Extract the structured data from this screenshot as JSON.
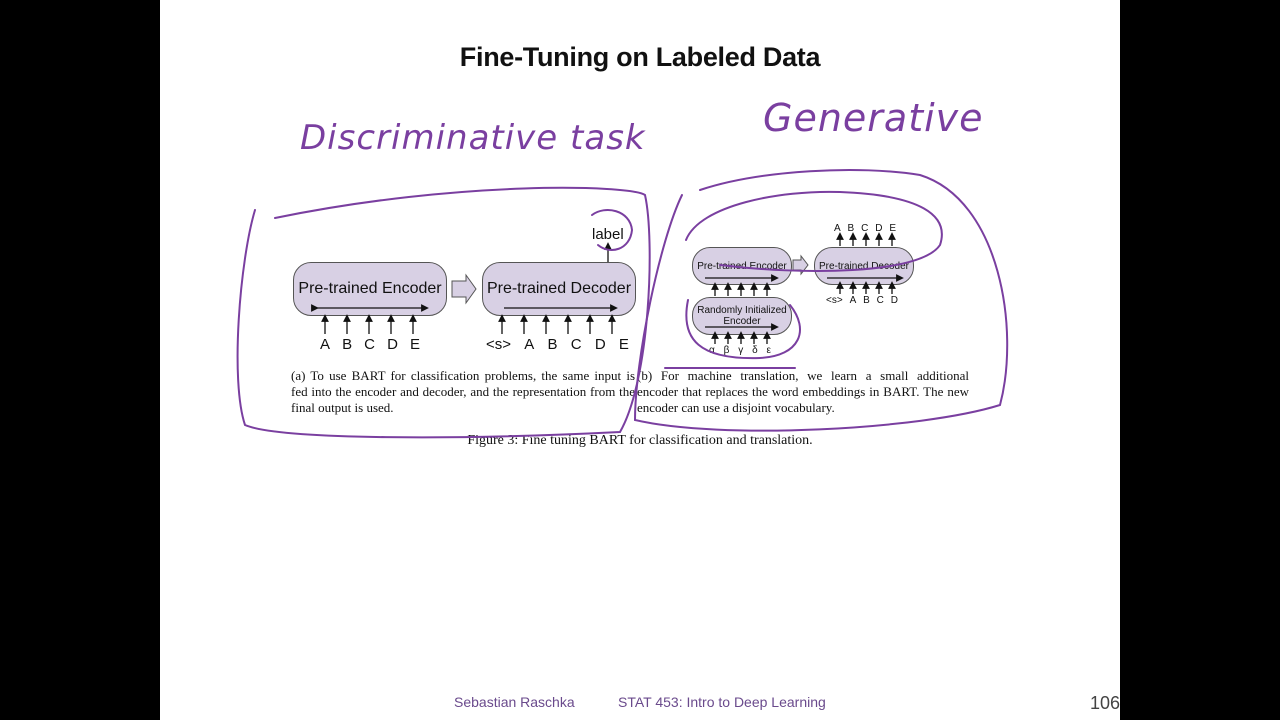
{
  "slide": {
    "title": "Fine-Tuning on Labeled Data",
    "annotations": {
      "left": "Discriminative task",
      "right": "Generative"
    },
    "figure": {
      "left": {
        "encoder_label": "Pre-trained Encoder",
        "decoder_label": "Pre-trained Decoder",
        "output_label": "label",
        "encoder_inputs": [
          "A",
          "B",
          "C",
          "D",
          "E"
        ],
        "decoder_inputs": [
          "<s>",
          "A",
          "B",
          "C",
          "D",
          "E"
        ],
        "caption": "(a)  To use BART for classification problems, the same input is fed into the encoder and decoder, and the representation from the final output is used."
      },
      "right": {
        "encoder_label": "Pre-trained Encoder",
        "decoder_label": "Pre-trained Decoder",
        "random_encoder_label": "Randomly Initialized Encoder",
        "decoder_outputs": [
          "A",
          "B",
          "C",
          "D",
          "E"
        ],
        "decoder_inputs": [
          "<s>",
          "A",
          "B",
          "C",
          "D"
        ],
        "random_inputs": [
          "α",
          "β",
          "γ",
          "δ",
          "ε"
        ],
        "caption": "(b)  For machine translation, we learn a small additional encoder that replaces the word embeddings in BART. The new encoder can use a disjoint vocabulary."
      },
      "figure_caption": "Figure 3: Fine tuning BART for classification and translation."
    },
    "footer": {
      "author": "Sebastian Raschka",
      "course": "STAT 453: Intro to Deep Learning",
      "page": "106"
    }
  },
  "colors": {
    "ink": "#7a3fa0",
    "box_fill": "#d8d0e4",
    "background": "#000000"
  }
}
